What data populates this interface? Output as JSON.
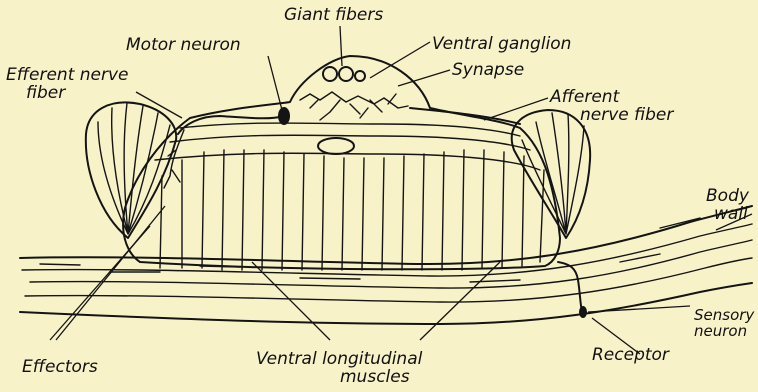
{
  "labels": {
    "giant_fibers": "Giant fibers",
    "motor_neuron": "Motor neuron",
    "ventral_ganglion": "Ventral ganglion",
    "efferent_nerve_fiber_1": "Efferent nerve",
    "efferent_nerve_fiber_2": "fiber",
    "synapse": "Synapse",
    "afferent_nerve_fiber_1": "Afferent",
    "afferent_nerve_fiber_2": "nerve fiber",
    "body_wall_1": "Body",
    "body_wall_2": "wall",
    "sensory_neuron_1": "Sensory",
    "sensory_neuron_2": "neuron",
    "effectors": "Effectors",
    "ventral_longitudinal_muscles_1": "Ventral longitudinal",
    "ventral_longitudinal_muscles_2": "muscles",
    "receptor": "Receptor"
  },
  "colors": {
    "paper": "#f8f2c8",
    "ink": "#141414"
  }
}
